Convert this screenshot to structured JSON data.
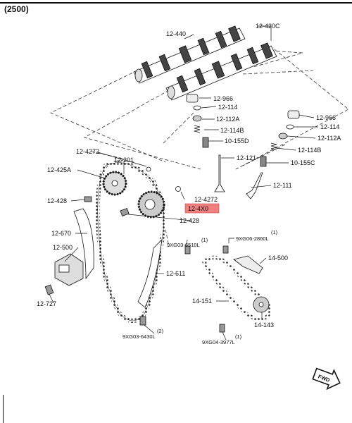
{
  "header": {
    "engine": "(2500)"
  },
  "highlight_color": "#f08080",
  "parts": {
    "p12_440": "12-440",
    "p12_420C": "12-420C",
    "p12_966_a": "12-966",
    "p12_114_a": "12-114",
    "p12_112A_a": "12-112A",
    "p12_114B_a": "12-114B",
    "p10_155D": "10-155D",
    "p12_121": "12-121",
    "p12_966_b": "12-966",
    "p12_114_b": "12-114",
    "p12_112A_b": "12-112A",
    "p12_114B_b": "12-114B",
    "p10_155C": "10-155C",
    "p12_111": "12-111",
    "p12_4272_a": "12-4272",
    "p12_201": "12-201",
    "p12_425A": "12-425A",
    "p12_428_a": "12-428",
    "p12_4272_b": "12-4272",
    "p12_4X0": "12-4X0",
    "p12_428_b": "12-428",
    "p12_670": "12-670",
    "p12_500": "12-500",
    "p12_727": "12-727",
    "p9XG03_6510L": "9XG03-6510L",
    "p9XG03_6510L_qty": "(1)",
    "p12_611": "12-611",
    "p9XG03_6430L": "9XG03-6430L",
    "p9XG03_6430L_qty": "(2)",
    "p9XG06_2860L": "9XG06-2860L",
    "p9XG06_2860L_qty": "(1)",
    "p14_500": "14-500",
    "p14_151": "14-151",
    "p14_143": "14-143",
    "p9XG04_3977L": "9XG04-3977L",
    "p9XG04_3977L_qty": "(1)"
  },
  "fwd_badge": "FWD"
}
